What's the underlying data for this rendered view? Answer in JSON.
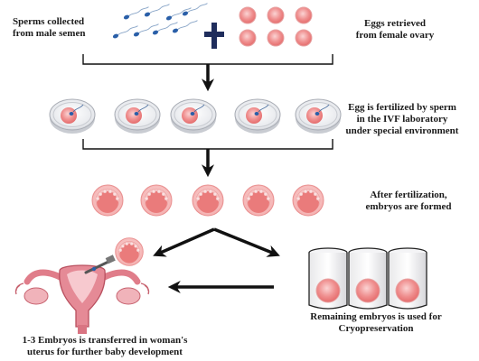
{
  "labels": {
    "sperms": [
      "Sperms collected",
      "from male semen"
    ],
    "eggs": [
      "Eggs retrieved",
      "from female ovary"
    ],
    "fertilization": [
      "Egg is fertilized by sperm",
      "in the IVF laboratory",
      "under special environment"
    ],
    "after": [
      "After fertilization,",
      "embryos are formed"
    ],
    "cryo": [
      "Remaining embryos is used for",
      "Cryopreservation"
    ],
    "transfer": [
      "1-3 Embryos is transferred in woman's",
      "uterus for further baby development"
    ]
  },
  "colors": {
    "arrow": "#111111",
    "plus": "#1f2d5c",
    "sperm": "#2a5fa8",
    "egg_fill": "#ec8a8a",
    "embryo_fill": "#f0a3a3",
    "embryo_outer": "#f6c4c4",
    "uterus": "#e07d8a"
  },
  "icons": [
    "sperm-icon",
    "egg-icon",
    "petri-dish-icon",
    "embryo-icon",
    "cryo-vial-icon",
    "uterus-icon",
    "pipette-icon",
    "plus-icon",
    "arrow-icon"
  ]
}
